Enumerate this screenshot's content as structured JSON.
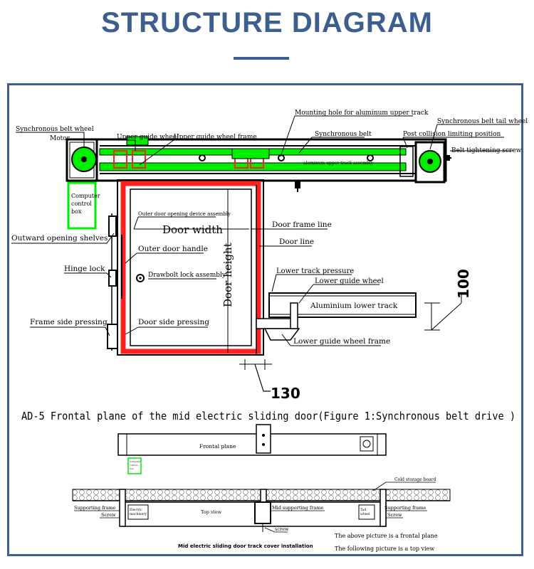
{
  "header": {
    "title": "STRUCTURE DIAGRAM"
  },
  "colors": {
    "accent": "#3d5f8f",
    "belt": "#00ee00",
    "door": "#ff2020"
  },
  "labels": {
    "sync_belt_wheel": "Synchronous belt wheel",
    "motor": "Motor",
    "upper_guide_wheel": "Upper guide wheel",
    "upper_guide_wheel_frame": "Upper guide wheel frame",
    "mounting_hole": "Mounting hole for aluminum upper track",
    "sync_belt": "Synchronous belt",
    "sync_belt_tail_wheel": "Synchronous belt tail wheel",
    "post_collision": "Post collision limiting position",
    "belt_tightening": "Belt tightening screw",
    "aluminum_upper_track": "aluminum upper track assembly",
    "computer_control_box": [
      "Computer",
      "control",
      "box"
    ],
    "outer_door_opening": "Outer door opening device assembly",
    "outward_opening": "Outward opening shelves",
    "door_width": "Door width",
    "door_frame_line": "Door frame line",
    "outer_door_handle": "Outer door handle",
    "door_line": "Door line",
    "hinge_lock": "Hinge lock",
    "drawbolt_lock": "Drawbolt lock assembly",
    "door_height": "Door height",
    "lower_track_pressure": "Lower track pressure",
    "lower_guide_wheel": "Lower guide wheel",
    "aluminium_lower_track": "Aluminium lower track",
    "frame_side_pressing": "Frame side pressing",
    "door_side_pressing": "Door side pressing",
    "lower_guide_wheel_frame": "Lower guide wheel frame",
    "dim_100": "100",
    "dim_130": "130"
  },
  "caption": "AD-5 Frontal plane of the mid electric sliding door(Figure 1:Synchronous belt drive )",
  "bottom": {
    "frontal_plane": "Frontal plane",
    "computer_box_small": [
      "Computer",
      "control",
      "box"
    ],
    "cold_storage_board": "Cold storage board",
    "supporting_frame_left": "Supporting frame",
    "screw_left": "Screw",
    "electric_machinery": [
      "Electric",
      "machinery"
    ],
    "top_view": "Top view",
    "mid_supporting_frame": "Mid supporting frame",
    "tail_wheel": [
      "Tail",
      "wheel"
    ],
    "supporting_frame_right": "Supporting frame",
    "screw_right": "Screw",
    "screw_mid": "screw",
    "install_title": "Mid electric sliding door track cover installation",
    "note_1": "The above picture is a frontal plane",
    "note_2": "The following picture is a top view"
  }
}
